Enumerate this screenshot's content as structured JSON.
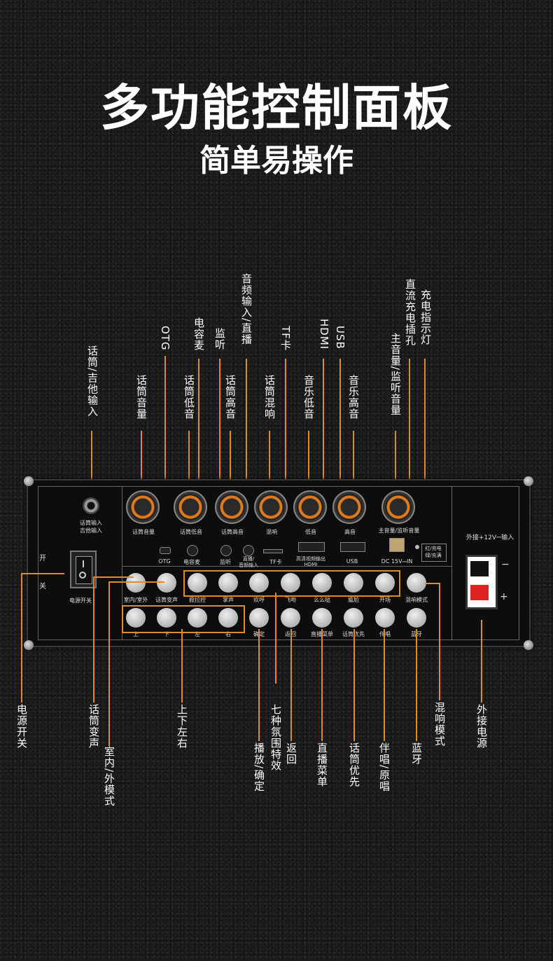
{
  "header": {
    "title": "多功能控制面板",
    "subtitle": "简单易操作"
  },
  "top_callouts": {
    "mic_guitar_in": "话筒/吉他输入",
    "mic_volume": "话筒音量",
    "otg": "OTG",
    "mic_bass": "话筒低音",
    "condenser_mic": "电容麦",
    "monitor": "监听",
    "mic_treble": "话筒高音",
    "audio_in_live": "音频输入/直播",
    "mic_reverb": "话筒混响",
    "tf_card": "TF卡",
    "music_bass": "音乐低音",
    "hdmi": "HDMI",
    "usb": "USB",
    "music_treble": "音乐高音",
    "master_monitor_vol": "主音量/监听音量",
    "dc_in": "直流充电插孔",
    "charge_led": "充电指示灯"
  },
  "panel": {
    "mic_in_label1": "话筒输入",
    "mic_in_label2": "吉他输入",
    "knob_mic_vol": "话筒音量",
    "knob_mic_bass": "话筒低音",
    "knob_mic_treble": "话筒高音",
    "knob_reverb": "混响",
    "knob_bass": "低音",
    "knob_treble": "高音",
    "knob_master": "主音量/监听音量",
    "port_otg": "OTG",
    "port_cond": "电容麦",
    "port_monitor": "监听",
    "port_live1": "直播/",
    "port_live2": "音频输入",
    "port_tf": "TF卡",
    "port_hdmi1": "高清视频输出",
    "port_hdmi2": "HDMI",
    "port_usb": "USB",
    "port_dc": "DC 15V⎓IN",
    "led_text1": "红/充电",
    "led_text2": "绿/充满",
    "switch_on": "开",
    "switch_off": "关",
    "power_switch": "电源开关",
    "ext_power": "外接+12V⎓输入",
    "minus": "−",
    "plus": "+",
    "btn_room": "室内/室外",
    "btn_voice": "话筒变声",
    "btn_fx": [
      "掀拉控",
      "掌声",
      "欢呼",
      "飞吻",
      "么么哒",
      "尴尬",
      "开场"
    ],
    "btn_reverb_mode": "混响模式",
    "btn_dir": [
      "上",
      "下",
      "左",
      "右"
    ],
    "btn_play": "确定",
    "btn_back": "返回",
    "btn_live_menu": "直播菜单",
    "btn_mic_priority": "话筒优先",
    "btn_accomp": "伴唱",
    "btn_bt": "蓝牙"
  },
  "bottom_callouts": {
    "power_switch": "电源开关",
    "mic_voice": "话筒变声",
    "room_mode": "室内/外模式",
    "direction": "上下左右",
    "play_confirm": "播放/确定",
    "seven_fx": "七种氛围特效",
    "back": "返回",
    "live_menu": "直播菜单",
    "mic_priority": "话筒优先",
    "accomp_orig": "伴唱/原唱",
    "bluetooth": "蓝牙",
    "reverb_mode": "混响模式",
    "ext_power": "外接电源"
  }
}
